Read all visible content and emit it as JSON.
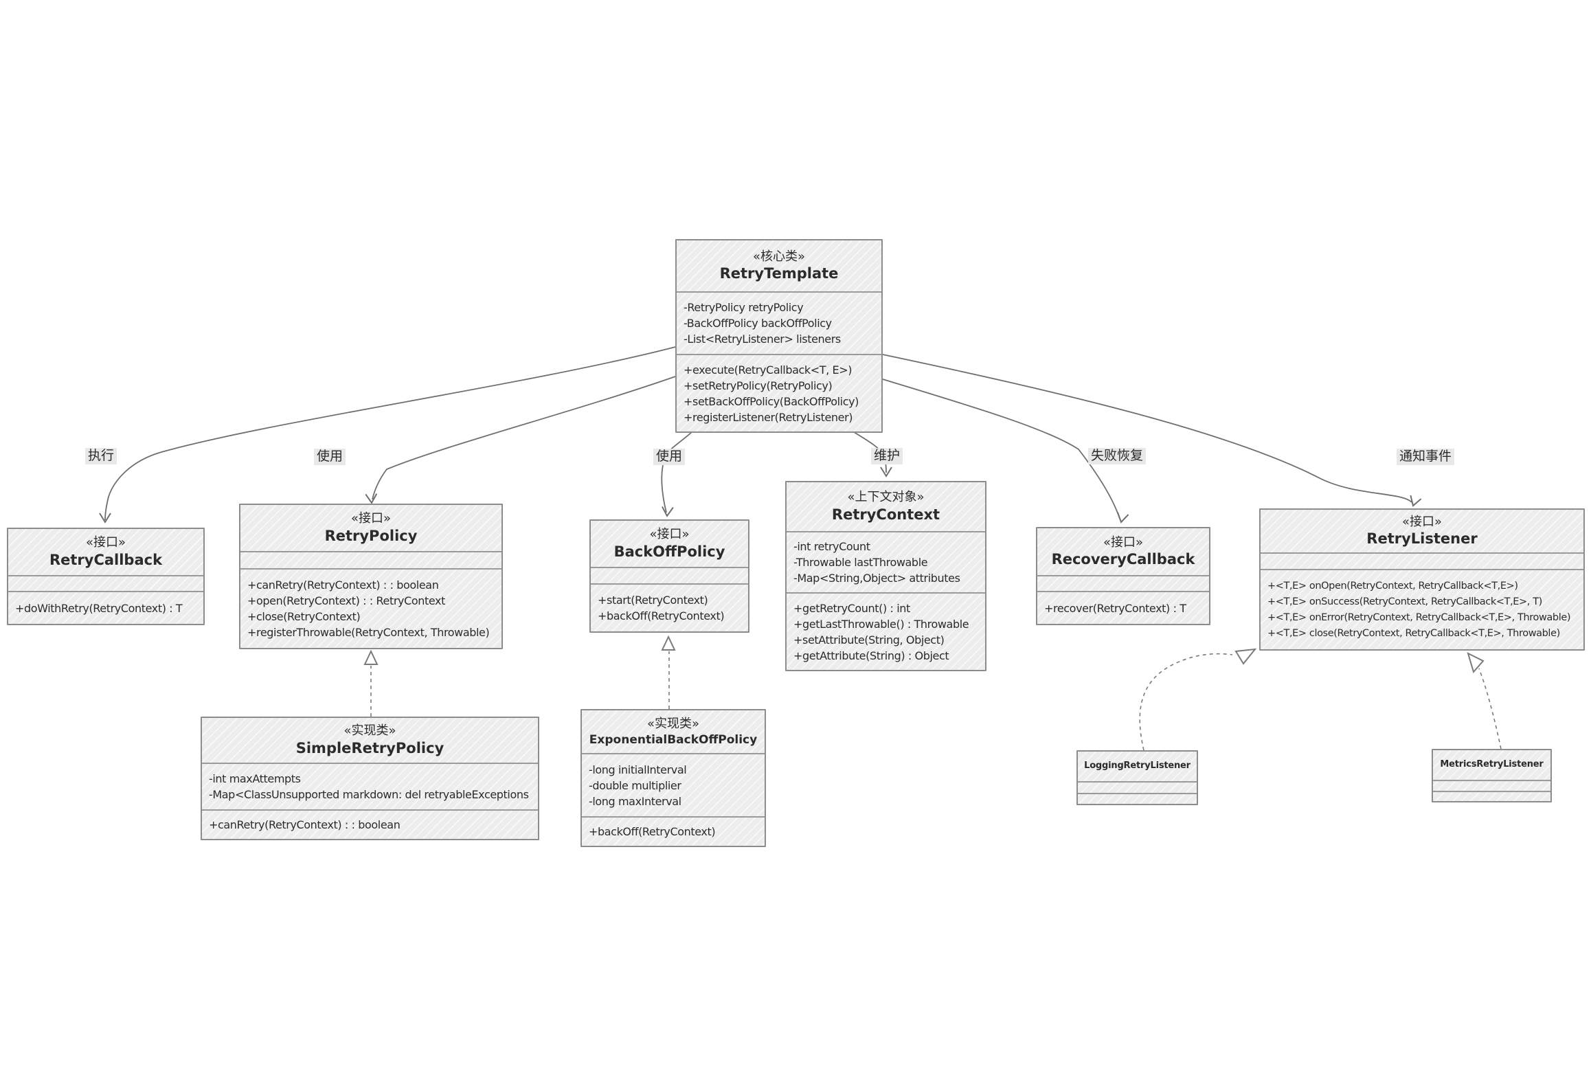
{
  "colors": {
    "box_fill": "#ededed",
    "box_border": "#8c8c8c",
    "divider": "#9a9a9a",
    "edge_line": "#6e6e6e",
    "edge_label_bg": "#e8e8e8",
    "text": "#2b2b2b",
    "background": "#ffffff"
  },
  "diagram": {
    "classes": [
      {
        "id": "RetryTemplate",
        "stereotype": "«核心类»",
        "name": "RetryTemplate",
        "attributes": [
          "-RetryPolicy retryPolicy",
          "-BackOffPolicy backOffPolicy",
          "-List<RetryListener> listeners"
        ],
        "methods": [
          "+execute(RetryCallback<T, E>)",
          "+setRetryPolicy(RetryPolicy)",
          "+setBackOffPolicy(BackOffPolicy)",
          "+registerListener(RetryListener)"
        ]
      },
      {
        "id": "RetryCallback",
        "stereotype": "«接口»",
        "name": "RetryCallback",
        "attributes": [],
        "methods": [
          "+doWithRetry(RetryContext) : T"
        ]
      },
      {
        "id": "RetryPolicy",
        "stereotype": "«接口»",
        "name": "RetryPolicy",
        "attributes": [],
        "methods": [
          "+canRetry(RetryContext) : : boolean",
          "+open(RetryContext) : : RetryContext",
          "+close(RetryContext)",
          "+registerThrowable(RetryContext, Throwable)"
        ]
      },
      {
        "id": "BackOffPolicy",
        "stereotype": "«接口»",
        "name": "BackOffPolicy",
        "attributes": [],
        "methods": [
          "+start(RetryContext)",
          "+backOff(RetryContext)"
        ]
      },
      {
        "id": "RetryContext",
        "stereotype": "«上下文对象»",
        "name": "RetryContext",
        "attributes": [
          "-int retryCount",
          "-Throwable lastThrowable",
          "-Map<String,Object> attributes"
        ],
        "methods": [
          "+getRetryCount() : int",
          "+getLastThrowable() : Throwable",
          "+setAttribute(String, Object)",
          "+getAttribute(String) : Object"
        ]
      },
      {
        "id": "RecoveryCallback",
        "stereotype": "«接口»",
        "name": "RecoveryCallback",
        "attributes": [],
        "methods": [
          "+recover(RetryContext) : T"
        ]
      },
      {
        "id": "RetryListener",
        "stereotype": "«接口»",
        "name": "RetryListener",
        "attributes": [],
        "methods": [
          "+<T,E> onOpen(RetryContext, RetryCallback<T,E>)",
          "+<T,E> onSuccess(RetryContext, RetryCallback<T,E>, T)",
          "+<T,E> onError(RetryContext, RetryCallback<T,E>, Throwable)",
          "+<T,E> close(RetryContext, RetryCallback<T,E>, Throwable)"
        ]
      },
      {
        "id": "SimpleRetryPolicy",
        "stereotype": "«实现类»",
        "name": "SimpleRetryPolicy",
        "attributes": [
          "-int maxAttempts",
          "-Map<ClassUnsupported markdown: del retryableExceptions"
        ],
        "methods": [
          "+canRetry(RetryContext) : : boolean"
        ]
      },
      {
        "id": "ExponentialBackOffPolicy",
        "stereotype": "«实现类»",
        "name": "ExponentialBackOffPolicy",
        "attributes": [
          "-long initialInterval",
          "-double multiplier",
          "-long maxInterval"
        ],
        "methods": [
          "+backOff(RetryContext)"
        ]
      },
      {
        "id": "LoggingRetryListener",
        "stereotype": "",
        "name": "LoggingRetryListener",
        "attributes": [],
        "methods": []
      },
      {
        "id": "MetricsRetryListener",
        "stereotype": "",
        "name": "MetricsRetryListener",
        "attributes": [],
        "methods": []
      }
    ],
    "edges": [
      {
        "from": "RetryTemplate",
        "to": "RetryCallback",
        "label": "执行",
        "style": "solid-arrow"
      },
      {
        "from": "RetryTemplate",
        "to": "RetryPolicy",
        "label": "使用",
        "style": "solid-arrow"
      },
      {
        "from": "RetryTemplate",
        "to": "BackOffPolicy",
        "label": "使用",
        "style": "solid-arrow"
      },
      {
        "from": "RetryTemplate",
        "to": "RetryContext",
        "label": "维护",
        "style": "solid-arrow"
      },
      {
        "from": "RetryTemplate",
        "to": "RecoveryCallback",
        "label": "失败恢复",
        "style": "solid-arrow"
      },
      {
        "from": "RetryTemplate",
        "to": "RetryListener",
        "label": "通知事件",
        "style": "solid-arrow"
      },
      {
        "from": "SimpleRetryPolicy",
        "to": "RetryPolicy",
        "label": "",
        "style": "dashed-hollow-triangle"
      },
      {
        "from": "ExponentialBackOffPolicy",
        "to": "BackOffPolicy",
        "label": "",
        "style": "dashed-hollow-triangle"
      },
      {
        "from": "LoggingRetryListener",
        "to": "RetryListener",
        "label": "",
        "style": "dashed-hollow-triangle"
      },
      {
        "from": "MetricsRetryListener",
        "to": "RetryListener",
        "label": "",
        "style": "dashed-hollow-triangle"
      }
    ]
  }
}
